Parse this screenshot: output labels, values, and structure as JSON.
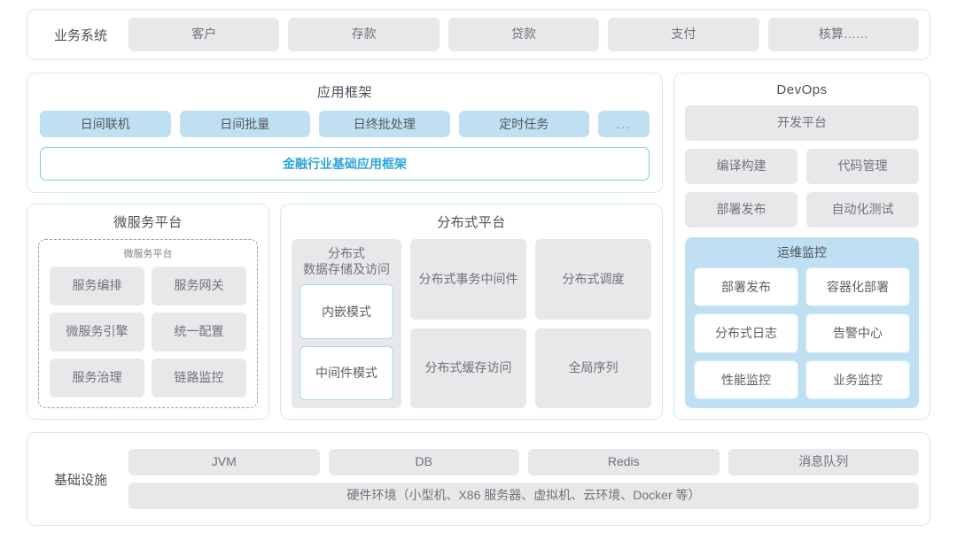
{
  "business_system": {
    "label": "业务系统",
    "items": [
      "客户",
      "存款",
      "贷款",
      "支付",
      "核算……"
    ]
  },
  "app_framework": {
    "title": "应用框架",
    "chips": [
      "日间联机",
      "日间批量",
      "日终批处理",
      "定时任务"
    ],
    "ellipsis_chip": "...",
    "base_bar": "金融行业基础应用框架",
    "accent_color": "#2ea7d8"
  },
  "microservice_platform": {
    "title": "微服务平台",
    "inner_label": "微服务平台",
    "items": [
      "服务编排",
      "服务网关",
      "微服务引擎",
      "统一配置",
      "服务治理",
      "链路监控"
    ]
  },
  "distributed_platform": {
    "title": "分布式平台",
    "left_column": {
      "title": "分布式\n数据存储及访问",
      "title_line1": "分布式",
      "title_line2": "数据存储及访问",
      "modes": [
        "内嵌模式",
        "中间件模式"
      ]
    },
    "middle_column": [
      {
        "line1": "分布式",
        "line2": "事务中间件"
      },
      {
        "line1": "分布式",
        "line2": "缓存访问"
      }
    ],
    "right_column": [
      "分布式调度",
      "全局序列"
    ]
  },
  "devops": {
    "title": "DevOps",
    "platform_chip": "开发平台",
    "pairs": [
      [
        "编译构建",
        "代码管理"
      ],
      [
        "部署发布",
        "自动化测试"
      ]
    ],
    "ops_monitor": {
      "title": "运维监控",
      "items": [
        "部署发布",
        "容器化部署",
        "分布式日志",
        "告警中心",
        "性能监控",
        "业务监控"
      ],
      "bg_color": "#bfe0f2"
    }
  },
  "infrastructure": {
    "label": "基础设施",
    "items": [
      "JVM",
      "DB",
      "Redis",
      "消息队列"
    ],
    "hardware": "硬件环境（小型机、X86 服务器、虚拟机、云环境、Docker 等）"
  },
  "theme": {
    "panel_border": "#d6eaf0",
    "chip_gray": "#e8e8ea",
    "chip_blue": "#bfe0f2"
  }
}
